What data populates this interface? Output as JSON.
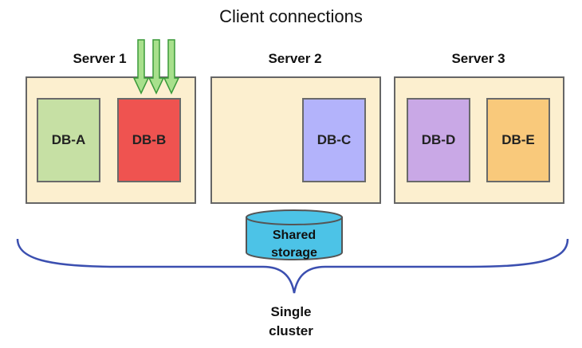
{
  "title": "Client connections",
  "servers": [
    {
      "label": "Server 1"
    },
    {
      "label": "Server 2"
    },
    {
      "label": "Server 3"
    }
  ],
  "databases": [
    {
      "label": "DB-A",
      "color": "#c6e0a4"
    },
    {
      "label": "DB-B",
      "color": "#ef5350"
    },
    {
      "label": "DB-C",
      "color": "#b3b3fb"
    },
    {
      "label": "DB-D",
      "color": "#c9a8e6"
    },
    {
      "label": "DB-E",
      "color": "#f9c97b"
    }
  ],
  "storage": {
    "line1": "Shared",
    "line2": "storage",
    "color": "#4cc3e7"
  },
  "cluster": {
    "line1": "Single",
    "line2": "cluster",
    "brace_color": "#3b4fb0"
  },
  "colors": {
    "server_fill": "#fcefcf",
    "arrow_fill": "#a8e08c",
    "arrow_stroke": "#3a9a3a"
  }
}
